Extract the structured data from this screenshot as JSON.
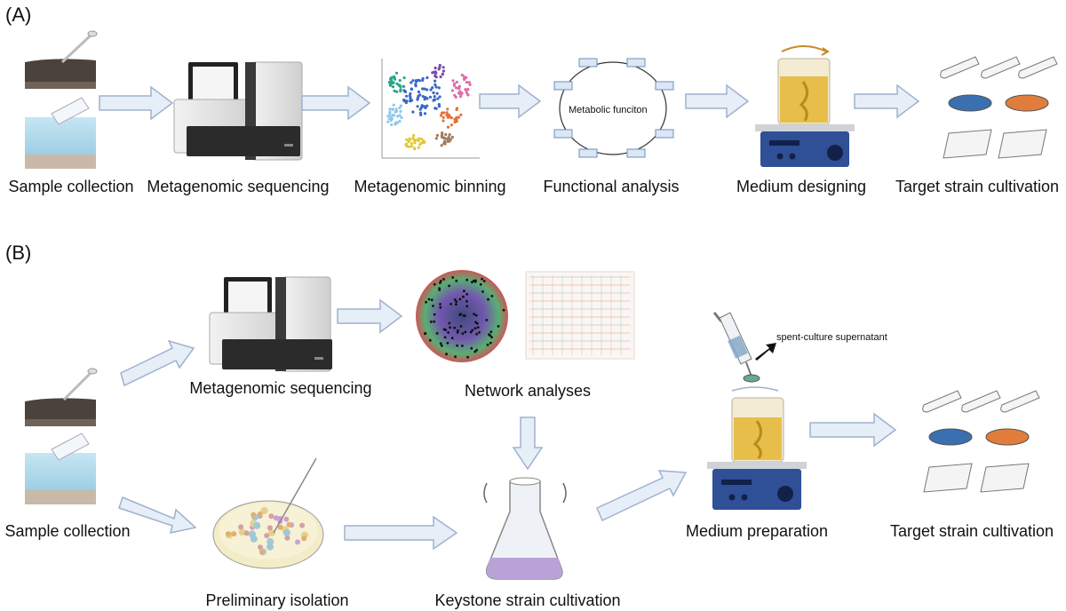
{
  "panels": {
    "a": "(A)",
    "b": "(B)"
  },
  "row_a": {
    "sample_collection": "Sample collection",
    "metagenomic_sequencing": "Metagenomic sequencing",
    "metagenomic_binning": "Metagenomic binning",
    "functional_analysis": "Functional analysis",
    "medium_designing": "Medium designing",
    "target_strain_cultivation": "Target strain cultivation",
    "metabolic_label": "Metabolic funciton"
  },
  "row_b": {
    "sample_collection": "Sample collection",
    "metagenomic_sequencing": "Metagenomic sequencing",
    "network_analyses": "Network analyses",
    "preliminary_isolation": "Preliminary isolation",
    "keystone_strain_cultivation": "Keystone strain cultivation",
    "medium_preparation": "Medium preparation",
    "target_strain_cultivation": "Target strain cultivation",
    "supernatant_note": "spent-culture supernatant"
  },
  "colors": {
    "arrow_fill": "#e6eef8",
    "arrow_stroke": "#9fb2cc",
    "soil": "#4a423b",
    "water": "#a9d6ea",
    "medium": "#e6b93a",
    "stirrer": "#2f4f96",
    "dish_blue": "#3a6fb0",
    "dish_orange": "#e07d3c",
    "flask_liquid": "#b9a3d6"
  }
}
